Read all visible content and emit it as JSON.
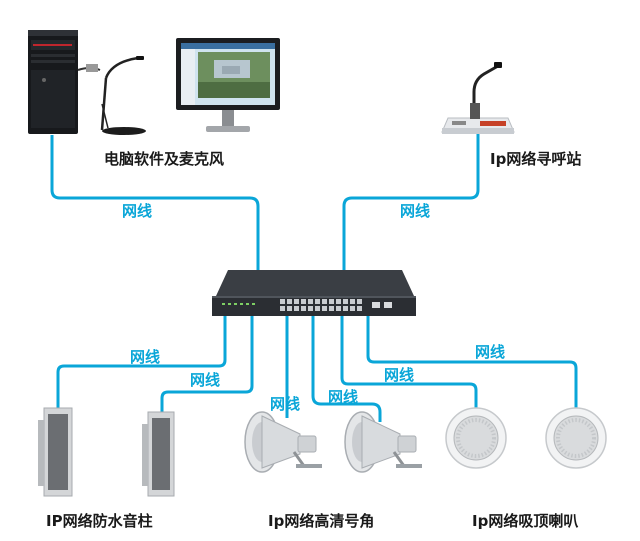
{
  "colors": {
    "wire": "#0aa6d8",
    "text": "#1a1a1a",
    "switch_body": "#2b2e33"
  },
  "labels": {
    "pc_mic": "电脑软件及麦克风",
    "paging_station": "Ip网络寻呼站",
    "waterproof_column": "IP网络防水音柱",
    "horn": "Ip网络高清号角",
    "ceiling_speaker": "Ip网络吸顶喇叭"
  },
  "wire_label": "网线",
  "icons": [
    "pc-tower-icon",
    "gooseneck-microphone-icon",
    "monitor-icon",
    "paging-station-icon",
    "network-switch-icon",
    "column-speaker-icon",
    "horn-speaker-icon",
    "ceiling-speaker-icon"
  ]
}
